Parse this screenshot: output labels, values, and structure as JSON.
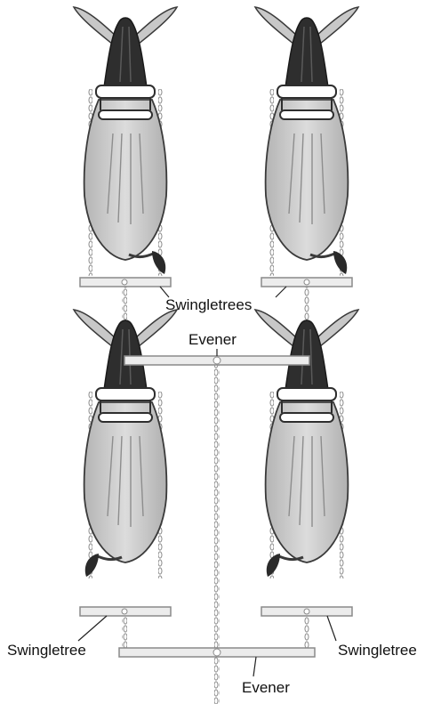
{
  "labels": {
    "swingletrees_top": "Swingletrees",
    "evener_top": "Evener",
    "swingletree_left": "Swingletree",
    "swingletree_right": "Swingletree",
    "evener_bottom": "Evener"
  },
  "colors": {
    "hide": "#d2d2d2",
    "hide_shadow": "#9a9a9a",
    "outline": "#3a3a3a",
    "neck_dark": "#2b2b2b",
    "ear": "#c4c4c4",
    "harness": "#ffffff",
    "bar_fill": "#ececec",
    "bar_stroke": "#8a8a8a",
    "chain": "#8a8a8a",
    "leader": "#222222"
  },
  "team": {
    "animals": [
      {
        "id": "top-left",
        "tail_side": "right"
      },
      {
        "id": "top-right",
        "tail_side": "right"
      },
      {
        "id": "bottom-left",
        "tail_side": "left"
      },
      {
        "id": "bottom-right",
        "tail_side": "left"
      }
    ]
  }
}
